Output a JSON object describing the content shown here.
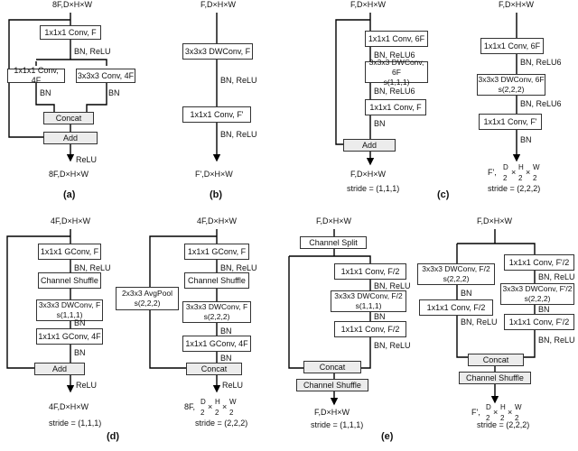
{
  "a": {
    "in": "8F,D×H×W",
    "c1": "1x1x1 Conv, F",
    "bn1": "BN, ReLU",
    "c2": "1x1x1 Conv, 4F",
    "c3": "3x3x3 Conv, 4F",
    "bn2": "BN",
    "bn3": "BN",
    "concat": "Concat",
    "add": "Add",
    "relu": "ReLU",
    "out": "8F,D×H×W",
    "cap": "(a)"
  },
  "b": {
    "in": "F,D×H×W",
    "c1": "3x3x3 DWConv, F",
    "bn1": "BN, ReLU",
    "c2": "1x1x1 Conv, F'",
    "bn2": "BN, ReLU",
    "out": "F',D×H×W",
    "cap": "(b)"
  },
  "c1": {
    "in": "F,D×H×W",
    "c1": "1x1x1 Conv, 6F",
    "bn1": "BN, ReLU6",
    "c2": "3x3x3 DWConv, 6F\ns(1,1,1)",
    "bn2": "BN, ReLU6",
    "c3": "1x1x1 Conv, F",
    "bn3": "BN",
    "add": "Add",
    "out": "F,D×H×W",
    "stride": "stride = (1,1,1)"
  },
  "c2": {
    "in": "F,D×H×W",
    "c1": "1x1x1 Conv, 6F",
    "bn1": "BN, ReLU6",
    "c2": "3x3x3 DWConv, 6F\ns(2,2,2)",
    "bn2": "BN, ReLU6",
    "c3": "1x1x1 Conv, F'",
    "bn3": "BN",
    "out_a": "F',",
    "out_b": "D",
    "out_c": "2",
    "out_d": "H",
    "out_e": "W",
    "stride": "stride = (2,2,2)",
    "cap": "(c)"
  },
  "d1": {
    "in": "4F,D×H×W",
    "c1": "1x1x1 GConv, F",
    "bn1": "BN, ReLU",
    "c2": "Channel Shuffle",
    "c3": "3x3x3 DWConv, F\ns(1,1,1)",
    "bn2": "BN",
    "c4": "1x1x1 GConv, 4F",
    "bn3": "BN",
    "add": "Add",
    "relu": "ReLU",
    "out": "4F,D×H×W",
    "stride": "stride = (1,1,1)"
  },
  "d2": {
    "in": "4F,D×H×W",
    "c1": "1x1x1 GConv, F",
    "bn1": "BN, ReLU",
    "c2": "Channel Shuffle",
    "pool": "2x3x3 AvgPool\ns(2,2,2)",
    "c3": "3x3x3 DWConv, F\ns(2,2,2)",
    "bn2": "BN",
    "c4": "1x1x1 GConv, 4F",
    "bn3": "BN",
    "concat": "Concat",
    "relu": "ReLU",
    "out_a": "8F,",
    "stride": "stride = (2,2,2)",
    "cap": "(d)"
  },
  "e1": {
    "in": "F,D×H×W",
    "split": "Channel Split",
    "c1": "1x1x1 Conv, F/2",
    "bn1": "BN, ReLU",
    "c2": "3x3x3 DWConv, F/2\ns(1,1,1)",
    "bn2": "BN",
    "c3": "1x1x1 Conv, F/2",
    "bn3": "BN, ReLU",
    "concat": "Concat",
    "shuffle": "Channel Shuffle",
    "out": "F,D×H×W",
    "stride": "stride = (1,1,1)"
  },
  "e2": {
    "in": "F,D×H×W",
    "l1": "3x3x3 DWConv, F/2\ns(2,2,2)",
    "lbn1": "BN",
    "l2": "1x1x1 Conv, F/2",
    "lbn2": "BN, ReLU",
    "r1": "1x1x1 Conv, F'/2",
    "rbn1": "BN, ReLU",
    "r2": "3x3x3 DWConv, F'/2\ns(2,2,2)",
    "rbn2": "BN",
    "r3": "1x1x1 Conv, F'/2",
    "rbn3": "BN, ReLU",
    "concat": "Concat",
    "shuffle": "Channel Shuffle",
    "out_a": "F',",
    "stride": "stride = (2,2,2)",
    "cap": "(e)"
  }
}
